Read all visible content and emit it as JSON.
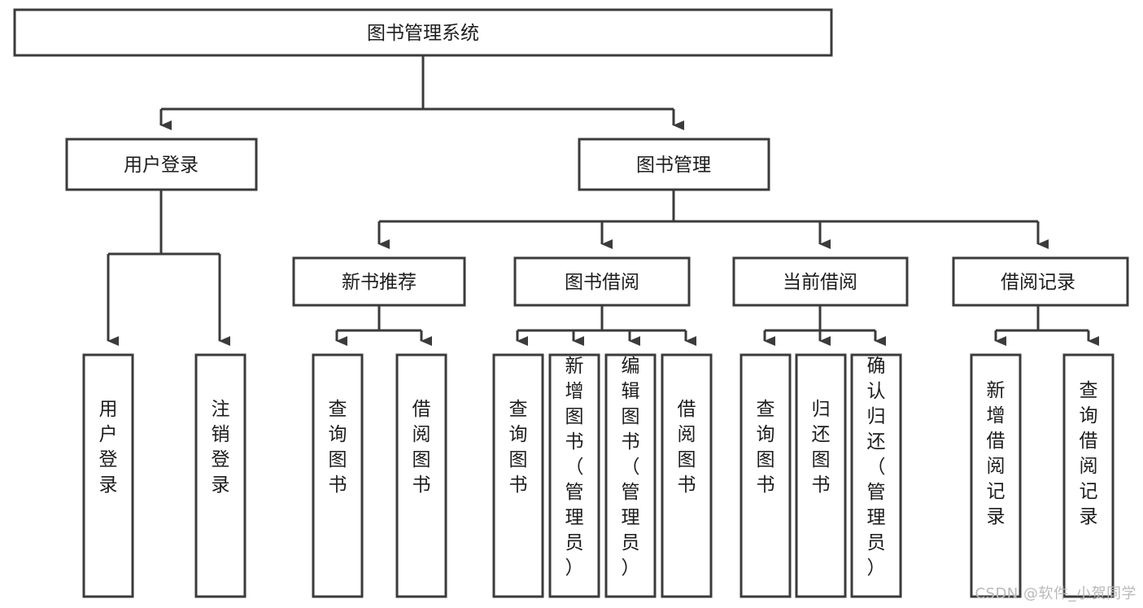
{
  "diagram": {
    "title": "图书管理系统",
    "type": "tree-hierarchy-diagram",
    "orientation": "top-down",
    "watermark": "CSDN @软件_小贺同学",
    "colors": {
      "background": "#ffffff",
      "box_fill": "#ffffff",
      "box_stroke": "#3b3b3b",
      "text": "#1d1d1d",
      "watermark": "#b9b9b9"
    },
    "levels": {
      "root": "图书管理系统",
      "level2": [
        "用户登录",
        "图书管理"
      ],
      "level3": [
        "新书推荐",
        "图书借阅",
        "当前借阅",
        "借阅记录"
      ]
    },
    "nodes": {
      "root": {
        "label": "图书管理系统"
      },
      "user_login": {
        "label": "用户登录"
      },
      "book_manage": {
        "label": "图书管理"
      },
      "new_book_rec": {
        "label": "新书推荐"
      },
      "book_borrow": {
        "label": "图书借阅"
      },
      "current_borrow": {
        "label": "当前借阅"
      },
      "borrow_record": {
        "label": "借阅记录"
      },
      "leaf_1": {
        "label": "用户登录"
      },
      "leaf_2": {
        "label": "注销登录"
      },
      "leaf_3": {
        "label": "查询图书"
      },
      "leaf_4": {
        "label": "借阅图书"
      },
      "leaf_5": {
        "label": "查询图书"
      },
      "leaf_6": {
        "label": "新增图书（管理员）"
      },
      "leaf_7": {
        "label": "编辑图书（管理员）"
      },
      "leaf_8": {
        "label": "借阅图书"
      },
      "leaf_9": {
        "label": "查询图书"
      },
      "leaf_10": {
        "label": "归还图书"
      },
      "leaf_11": {
        "label": "确认归还（管理员）"
      },
      "leaf_12": {
        "label": "新增借阅记录"
      },
      "leaf_13": {
        "label": "查询借阅记录"
      }
    }
  }
}
